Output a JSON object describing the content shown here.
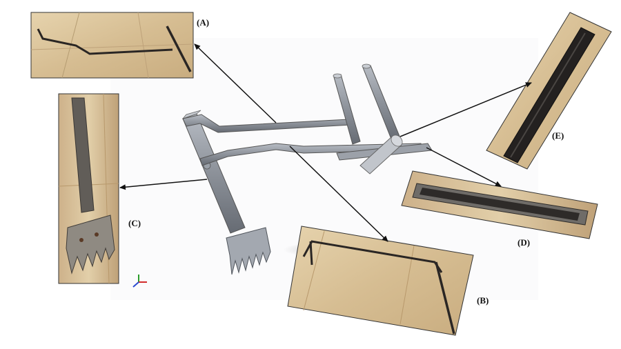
{
  "labels": {
    "a": "(A)",
    "b": "(B)",
    "c": "(C)",
    "d": "(D)",
    "e": "(E)"
  },
  "colors": {
    "background": "#ffffff",
    "floor_tile": "#d9c29a",
    "floor_tile_dark": "#c4a676",
    "steel_model": "#8a8f97",
    "steel_dark": "#5b6068",
    "iron_rod": "#2a2624",
    "arrow": "#111111"
  },
  "icons": {
    "axis_triad": "xyz-axis-triad-icon"
  }
}
